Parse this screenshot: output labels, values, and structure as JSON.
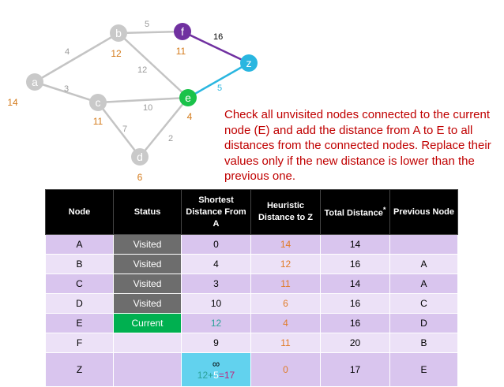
{
  "graph": {
    "nodes": [
      {
        "id": "a",
        "label": "a",
        "heuristic": "14",
        "color": "#c9c9c9"
      },
      {
        "id": "b",
        "label": "b",
        "heuristic": "12",
        "color": "#c9c9c9"
      },
      {
        "id": "c",
        "label": "c",
        "heuristic": "11",
        "color": "#c9c9c9"
      },
      {
        "id": "d",
        "label": "d",
        "heuristic": "6",
        "color": "#c9c9c9"
      },
      {
        "id": "e",
        "label": "e",
        "heuristic": "4",
        "color": "#1ac24a"
      },
      {
        "id": "f",
        "label": "f",
        "heuristic": "11",
        "color": "#7030a0"
      },
      {
        "id": "z",
        "label": "z",
        "heuristic": "",
        "color": "#29b6e0"
      }
    ],
    "edges": [
      {
        "from": "a",
        "to": "b",
        "weight": "4"
      },
      {
        "from": "a",
        "to": "c",
        "weight": "3"
      },
      {
        "from": "b",
        "to": "f",
        "weight": "5"
      },
      {
        "from": "b",
        "to": "e",
        "weight": "12"
      },
      {
        "from": "c",
        "to": "e",
        "weight": "10"
      },
      {
        "from": "c",
        "to": "d",
        "weight": "7"
      },
      {
        "from": "d",
        "to": "e",
        "weight": "2"
      },
      {
        "from": "f",
        "to": "z",
        "weight": "16"
      },
      {
        "from": "e",
        "to": "z",
        "weight": "5"
      }
    ]
  },
  "instruction": "Check all unvisited nodes connected to the current node (E) and add the distance from A to E to all distances from the connected nodes. Replace their values only if the new distance is lower than the previous one.",
  "table": {
    "headers": {
      "node": "Node",
      "status": "Status",
      "shortest": "Shortest Distance From A",
      "heuristic": "Heuristic Distance to Z",
      "total": "Total Distance",
      "total_mark": "*",
      "previous": "Previous Node"
    },
    "rows": [
      {
        "node": "A",
        "status": "Visited",
        "shortest": "0",
        "heuristic": "14",
        "total": "14",
        "previous": ""
      },
      {
        "node": "B",
        "status": "Visited",
        "shortest": "4",
        "heuristic": "12",
        "total": "16",
        "previous": "A"
      },
      {
        "node": "C",
        "status": "Visited",
        "shortest": "3",
        "heuristic": "11",
        "total": "14",
        "previous": "A"
      },
      {
        "node": "D",
        "status": "Visited",
        "shortest": "10",
        "heuristic": "6",
        "total": "16",
        "previous": "C"
      },
      {
        "node": "E",
        "status": "Current",
        "shortest": "12",
        "heuristic": "4",
        "total": "16",
        "previous": "D"
      },
      {
        "node": "F",
        "status": "",
        "shortest": "9",
        "heuristic": "11",
        "total": "20",
        "previous": "B"
      },
      {
        "node": "Z",
        "status": "",
        "shortest_old": "∞",
        "shortest_a": "12",
        "shortest_op": "+",
        "shortest_b": "5",
        "shortest_c": "=17",
        "heuristic": "0",
        "total": "17",
        "previous": "E"
      }
    ]
  }
}
